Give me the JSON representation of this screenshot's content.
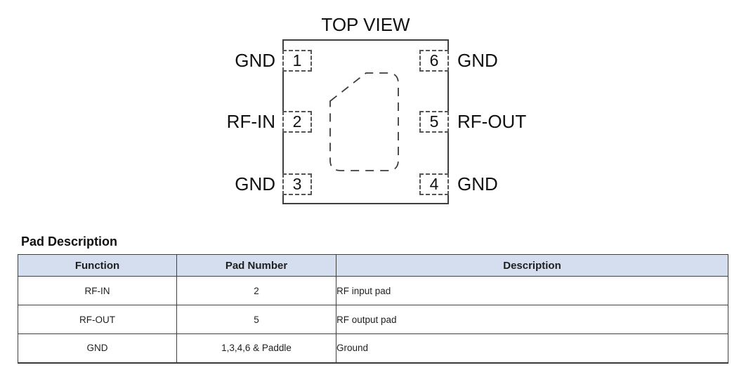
{
  "diagram": {
    "title": "TOP VIEW",
    "pads": [
      {
        "number": "1",
        "label": "GND"
      },
      {
        "number": "2",
        "label": "RF-IN"
      },
      {
        "number": "3",
        "label": "GND"
      },
      {
        "number": "4",
        "label": "GND"
      },
      {
        "number": "5",
        "label": "RF-OUT"
      },
      {
        "number": "6",
        "label": "GND"
      }
    ]
  },
  "table": {
    "heading": "Pad Description",
    "columns": [
      "Function",
      "Pad Number",
      "Description"
    ],
    "rows": [
      {
        "function": "RF-IN",
        "pad_number": "2",
        "description": "RF input pad"
      },
      {
        "function": "RF-OUT",
        "pad_number": "5",
        "description": "RF output pad"
      },
      {
        "function": "GND",
        "pad_number": "1,3,4,6 & Paddle",
        "description": "Ground"
      }
    ]
  },
  "colors": {
    "header_bg": "#d5deef",
    "line": "#404040",
    "text": "#1a1a1a"
  }
}
